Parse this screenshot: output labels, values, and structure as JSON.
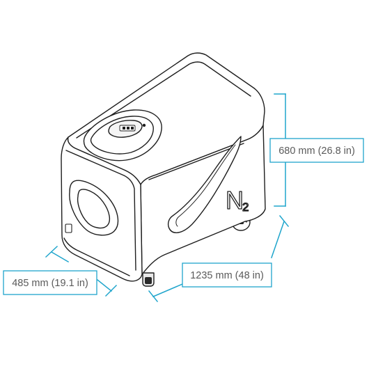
{
  "dimensions": {
    "height_label": "680 mm (26.8 in)",
    "width_label": "485 mm (19.1 in)",
    "depth_label": "1235 mm (48 in)"
  },
  "logo": {
    "letter": "N",
    "subscript": "2"
  },
  "colors": {
    "dimension_line": "#1fa5cc",
    "outline": "#1e1e1e",
    "label_text": "#5a5a5a"
  }
}
